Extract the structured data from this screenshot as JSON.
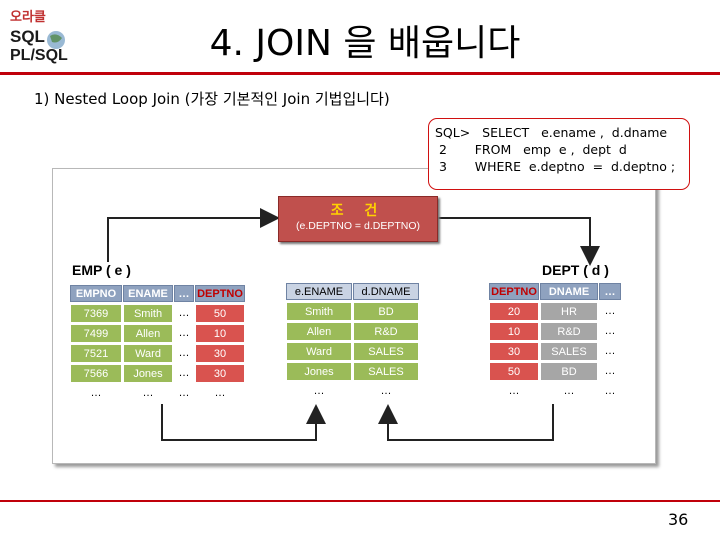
{
  "logo": {
    "line1": "오라클",
    "line2": "SQL",
    "line3": "PL/SQL"
  },
  "title": "4. JOIN 을 배웁니다",
  "subtitle": "1)  Nested  Loop  Join  (가장  기본적인  Join  기법입니다)",
  "sql": {
    "line1": "SQL>   SELECT   e.ename ,  d.dname",
    "line2": " 2       FROM   emp  e ,  dept  d",
    "line3": " 3       WHERE  e.deptno  =  d.deptno ;"
  },
  "condition": {
    "title": "조 건",
    "expr": "(e.DEPTNO = d.DEPTNO)"
  },
  "emp": {
    "label": "EMP ( e )",
    "headers": [
      "EMPNO",
      "ENAME",
      "…",
      "DEPTNO"
    ],
    "rows": [
      [
        "7369",
        "Smith",
        "…",
        "50"
      ],
      [
        "7499",
        "Allen",
        "…",
        "10"
      ],
      [
        "7521",
        "Ward",
        "…",
        "30"
      ],
      [
        "7566",
        "Jones",
        "…",
        "30"
      ],
      [
        "…",
        "…",
        "…",
        "…"
      ]
    ]
  },
  "result": {
    "headers": [
      "e.ENAME",
      "d.DNAME"
    ],
    "rows": [
      [
        "Smith",
        "BD"
      ],
      [
        "Allen",
        "R&D"
      ],
      [
        "Ward",
        "SALES"
      ],
      [
        "Jones",
        "SALES"
      ],
      [
        "…",
        "…"
      ]
    ]
  },
  "dept": {
    "label": "DEPT ( d )",
    "headers": [
      "DEPTNO",
      "DNAME",
      "…"
    ],
    "rows": [
      [
        "20",
        "HR",
        "…"
      ],
      [
        "10",
        "R&D",
        "…"
      ],
      [
        "30",
        "SALES",
        "…"
      ],
      [
        "50",
        "BD",
        "…"
      ],
      [
        "…",
        "…",
        "…"
      ]
    ]
  },
  "page_number": "36",
  "colors": {
    "accent": "#c0000a",
    "green": "#9bbb59",
    "red": "#d9534f",
    "header": "#8fa2bf",
    "condition": "#c0504d"
  }
}
